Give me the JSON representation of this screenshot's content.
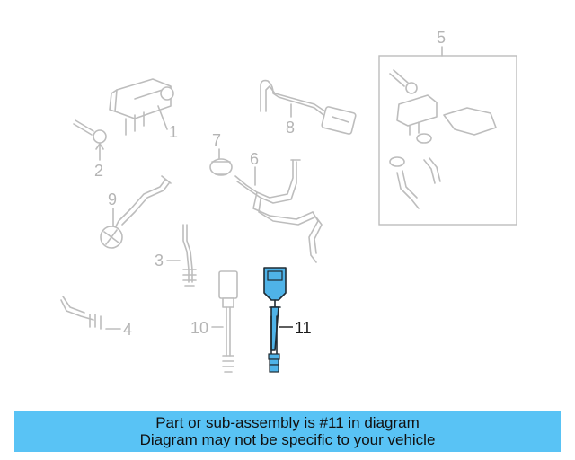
{
  "callouts": {
    "c1": "1",
    "c2": "2",
    "c3": "3",
    "c4": "4",
    "c5": "5",
    "c6": "6",
    "c7": "7",
    "c8": "8",
    "c9": "9",
    "c10": "10",
    "c11": "11"
  },
  "highlight_part": "11",
  "colors": {
    "highlight": "#4fb3e8",
    "banner": "#59c3f5",
    "faded": "#bdbdbd"
  },
  "banner": {
    "line1": "Part or sub-assembly is #11 in diagram",
    "line2": "Diagram may not be specific to your vehicle"
  }
}
